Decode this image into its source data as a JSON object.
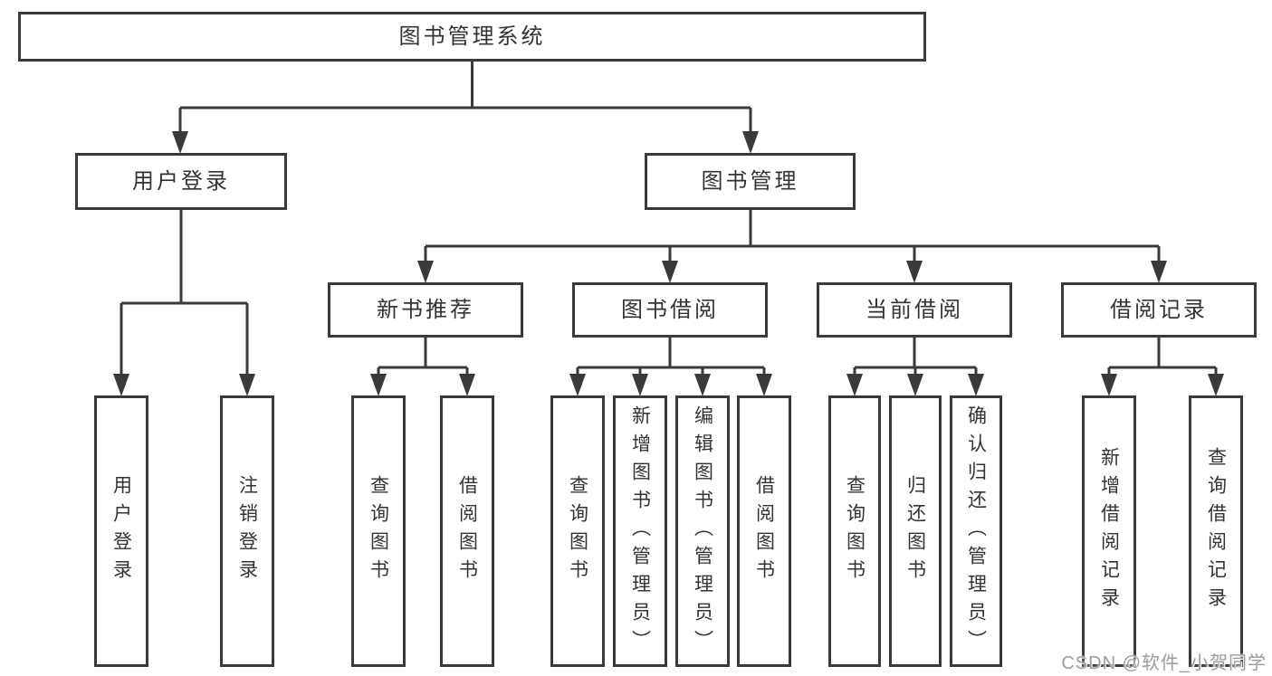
{
  "diagram": {
    "root": {
      "label": "图书管理系统"
    },
    "branches": {
      "user_login": {
        "label": "用户登录",
        "children": [
          {
            "label": "用户登录"
          },
          {
            "label": "注销登录"
          }
        ]
      },
      "book_management": {
        "label": "图书管理",
        "sections": [
          {
            "label": "新书推荐",
            "children": [
              {
                "label": "查询图书"
              },
              {
                "label": "借阅图书"
              }
            ]
          },
          {
            "label": "图书借阅",
            "children": [
              {
                "label": "查询图书"
              },
              {
                "label": "新增图书（管理员）"
              },
              {
                "label": "编辑图书（管理员）"
              },
              {
                "label": "借阅图书"
              }
            ]
          },
          {
            "label": "当前借阅",
            "children": [
              {
                "label": "查询图书"
              },
              {
                "label": "归还图书"
              },
              {
                "label": "确认归还（管理员）"
              }
            ]
          },
          {
            "label": "借阅记录",
            "children": [
              {
                "label": "新增借阅记录"
              },
              {
                "label": "查询借阅记录"
              }
            ]
          }
        ]
      }
    }
  },
  "colors": {
    "line": "#3a3a3a",
    "box_border": "#3a3a3a",
    "text": "#333333",
    "background": "#ffffff",
    "watermark": "#9e9e9e"
  },
  "watermark": {
    "text": "CSDN @软件_小贺同学"
  }
}
